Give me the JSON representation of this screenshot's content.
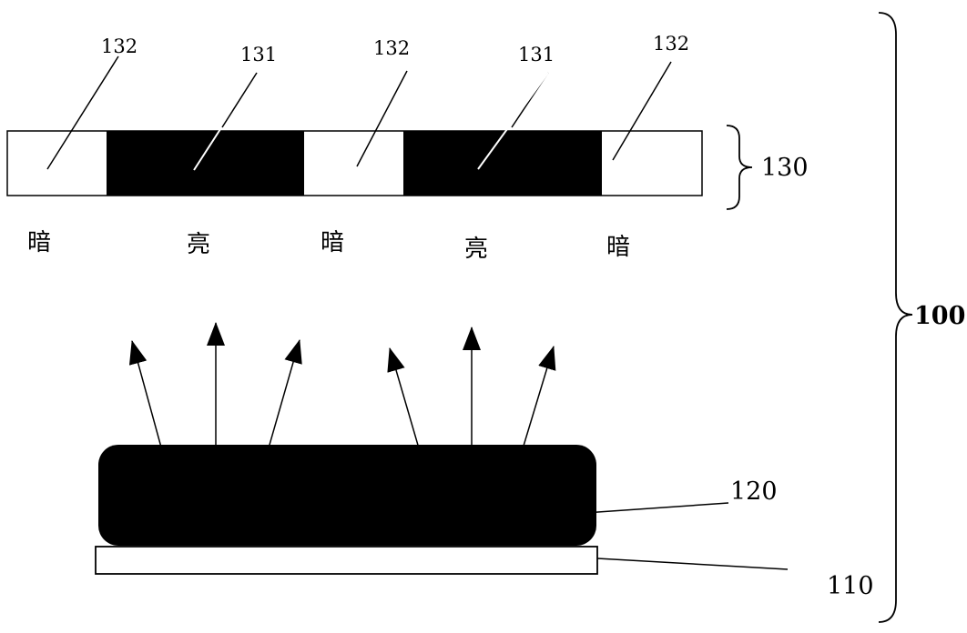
{
  "labels": {
    "dark_region": "132",
    "bright_region": "131",
    "pattern_layer": "130",
    "lens_layer": "120",
    "base_layer": "110",
    "whole_device": "100"
  },
  "zones": [
    "暗",
    "亮",
    "暗",
    "亮",
    "暗"
  ]
}
